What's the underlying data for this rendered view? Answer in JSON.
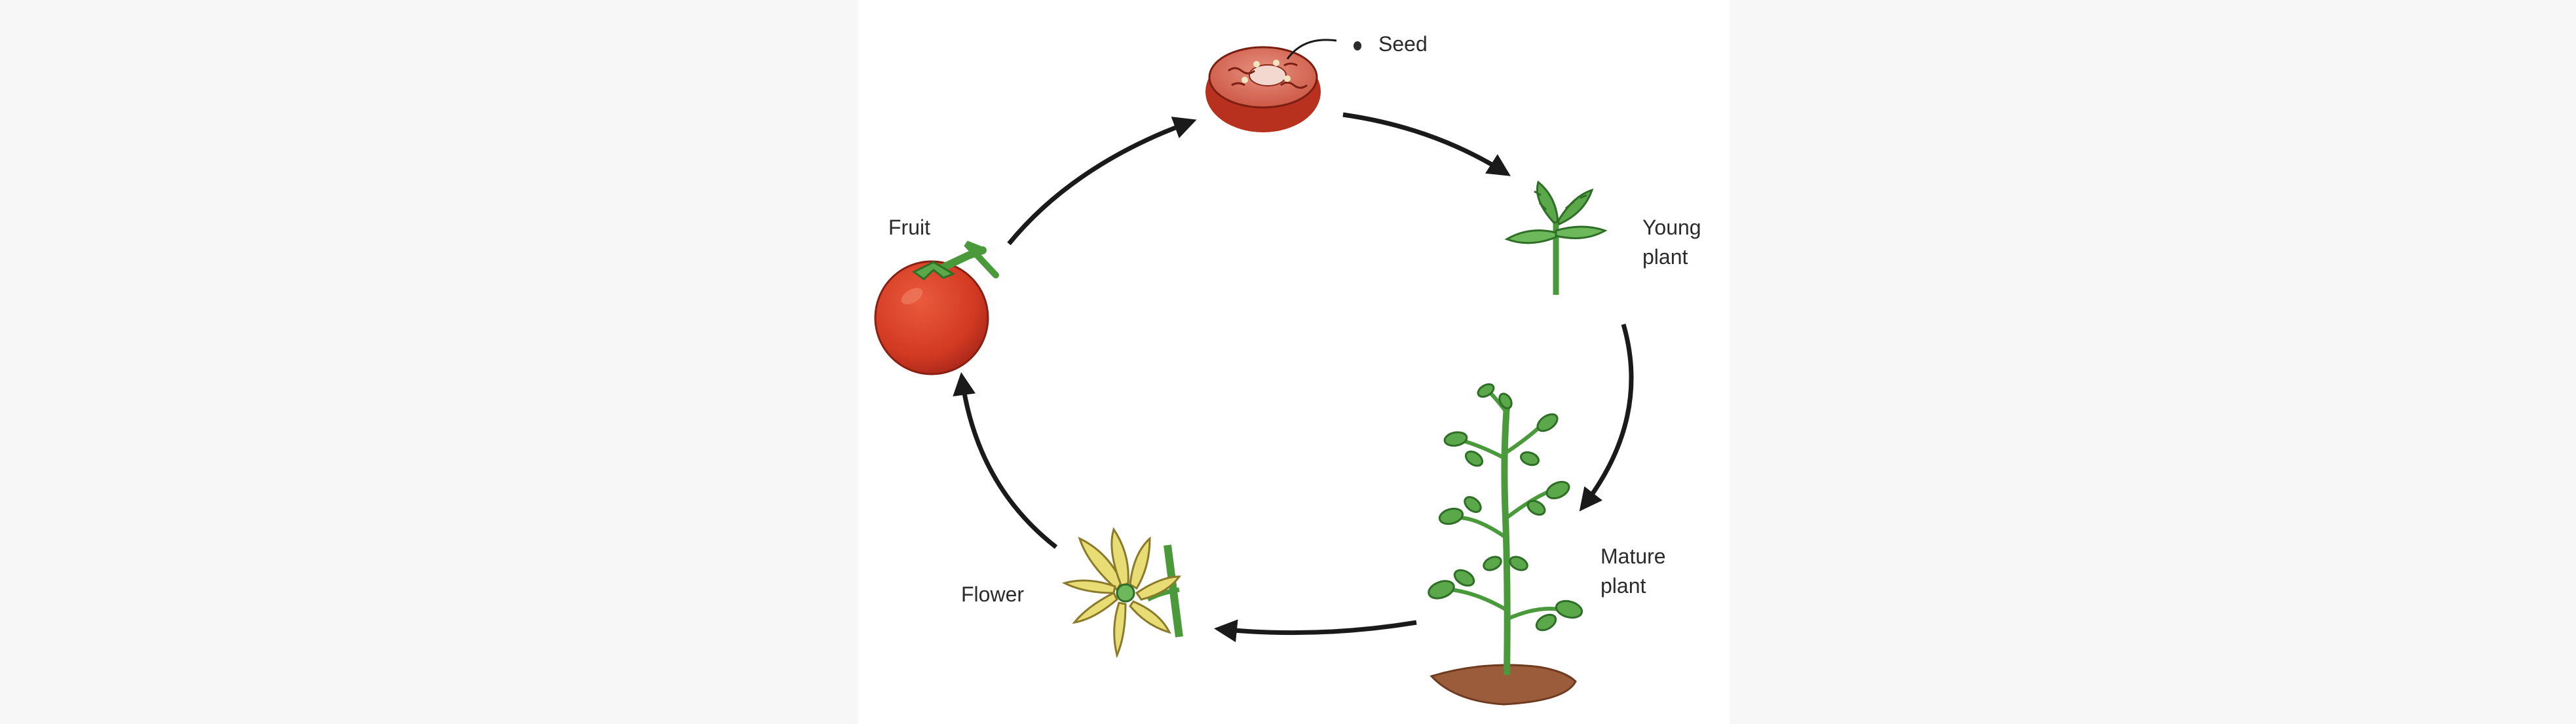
{
  "diagram": {
    "stages": {
      "seed": {
        "label": "Seed"
      },
      "young_plant": {
        "label_line1": "Young",
        "label_line2": "plant"
      },
      "mature_plant": {
        "label_line1": "Mature",
        "label_line2": "plant"
      },
      "flower": {
        "label": "Flower"
      },
      "fruit": {
        "label": "Fruit"
      }
    },
    "colors": {
      "tomato_red": "#d23a22",
      "leaf_green": "#5aa84a",
      "flower_yellow": "#e8dc74",
      "soil_brown": "#9a5c3a",
      "arrow": "#1a1a1a"
    }
  }
}
